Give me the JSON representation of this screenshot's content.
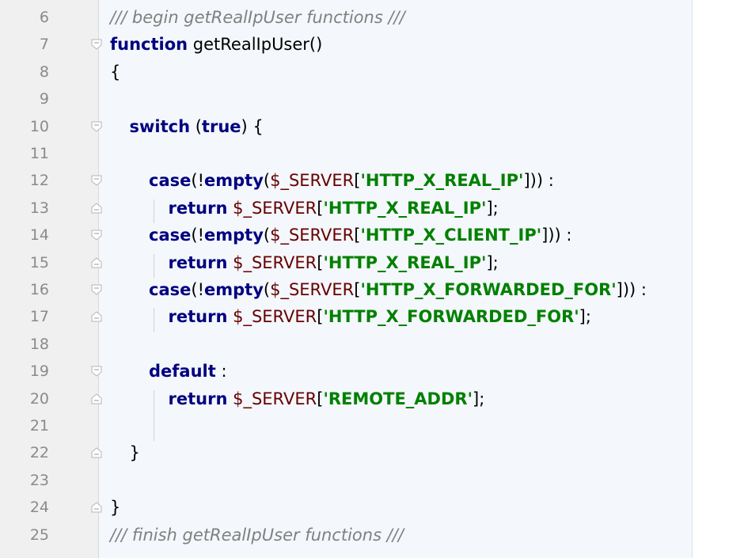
{
  "editor": {
    "lines": [
      {
        "n": "6",
        "indent": 0,
        "tokens": [
          {
            "t": "/// begin getRealIpUser functions ///",
            "c": "cm"
          }
        ]
      },
      {
        "n": "7",
        "indent": 0,
        "fold": "open",
        "tokens": [
          {
            "t": "function",
            "c": "kw"
          },
          {
            "t": " getRealIpUser()",
            "c": "fn"
          }
        ]
      },
      {
        "n": "8",
        "indent": 0,
        "tokens": [
          {
            "t": "{",
            "c": "punc"
          }
        ]
      },
      {
        "n": "9",
        "indent": 0,
        "tokens": []
      },
      {
        "n": "10",
        "indent": 1,
        "fold": "open",
        "tokens": [
          {
            "t": "switch",
            "c": "kw"
          },
          {
            "t": " (",
            "c": "punc"
          },
          {
            "t": "true",
            "c": "kw"
          },
          {
            "t": ") {",
            "c": "punc"
          }
        ]
      },
      {
        "n": "11",
        "indent": 0,
        "tokens": []
      },
      {
        "n": "12",
        "indent": 2,
        "fold": "open",
        "tokens": [
          {
            "t": "case",
            "c": "kw"
          },
          {
            "t": "(!",
            "c": "punc"
          },
          {
            "t": "empty",
            "c": "kw"
          },
          {
            "t": "(",
            "c": "punc"
          },
          {
            "t": "$_SERVER",
            "c": "var"
          },
          {
            "t": "[",
            "c": "punc"
          },
          {
            "t": "'HTTP_X_REAL_IP'",
            "c": "str"
          },
          {
            "t": "])) :",
            "c": "punc"
          }
        ]
      },
      {
        "n": "13",
        "indent": 3,
        "fold": "close",
        "tokens": [
          {
            "t": "return",
            "c": "kw"
          },
          {
            "t": " ",
            "c": "punc"
          },
          {
            "t": "$_SERVER",
            "c": "var"
          },
          {
            "t": "[",
            "c": "punc"
          },
          {
            "t": "'HTTP_X_REAL_IP'",
            "c": "str"
          },
          {
            "t": "];",
            "c": "punc"
          }
        ]
      },
      {
        "n": "14",
        "indent": 2,
        "fold": "open",
        "tokens": [
          {
            "t": "case",
            "c": "kw"
          },
          {
            "t": "(!",
            "c": "punc"
          },
          {
            "t": "empty",
            "c": "kw"
          },
          {
            "t": "(",
            "c": "punc"
          },
          {
            "t": "$_SERVER",
            "c": "var"
          },
          {
            "t": "[",
            "c": "punc"
          },
          {
            "t": "'HTTP_X_CLIENT_IP'",
            "c": "str"
          },
          {
            "t": "])) :",
            "c": "punc"
          }
        ]
      },
      {
        "n": "15",
        "indent": 3,
        "fold": "close",
        "tokens": [
          {
            "t": "return",
            "c": "kw"
          },
          {
            "t": " ",
            "c": "punc"
          },
          {
            "t": "$_SERVER",
            "c": "var"
          },
          {
            "t": "[",
            "c": "punc"
          },
          {
            "t": "'HTTP_X_REAL_IP'",
            "c": "str"
          },
          {
            "t": "];",
            "c": "punc"
          }
        ]
      },
      {
        "n": "16",
        "indent": 2,
        "fold": "open",
        "tokens": [
          {
            "t": "case",
            "c": "kw"
          },
          {
            "t": "(!",
            "c": "punc"
          },
          {
            "t": "empty",
            "c": "kw"
          },
          {
            "t": "(",
            "c": "punc"
          },
          {
            "t": "$_SERVER",
            "c": "var"
          },
          {
            "t": "[",
            "c": "punc"
          },
          {
            "t": "'HTTP_X_FORWARDED_FOR'",
            "c": "str"
          },
          {
            "t": "])) :",
            "c": "punc"
          }
        ]
      },
      {
        "n": "17",
        "indent": 3,
        "fold": "close",
        "tokens": [
          {
            "t": "return",
            "c": "kw"
          },
          {
            "t": " ",
            "c": "punc"
          },
          {
            "t": "$_SERVER",
            "c": "var"
          },
          {
            "t": "[",
            "c": "punc"
          },
          {
            "t": "'HTTP_X_FORWARDED_FOR'",
            "c": "str"
          },
          {
            "t": "];",
            "c": "punc"
          }
        ]
      },
      {
        "n": "18",
        "indent": 0,
        "tokens": []
      },
      {
        "n": "19",
        "indent": 2,
        "fold": "open",
        "tokens": [
          {
            "t": "default",
            "c": "kw"
          },
          {
            "t": " :",
            "c": "punc"
          }
        ]
      },
      {
        "n": "20",
        "indent": 3,
        "fold": "close",
        "tokens": [
          {
            "t": "return",
            "c": "kw"
          },
          {
            "t": " ",
            "c": "punc"
          },
          {
            "t": "$_SERVER",
            "c": "var"
          },
          {
            "t": "[",
            "c": "punc"
          },
          {
            "t": "'REMOTE_ADDR'",
            "c": "str"
          },
          {
            "t": "];",
            "c": "punc"
          }
        ]
      },
      {
        "n": "21",
        "indent": 0,
        "tokens": []
      },
      {
        "n": "22",
        "indent": 1,
        "fold": "close",
        "tokens": [
          {
            "t": "}",
            "c": "punc"
          }
        ]
      },
      {
        "n": "23",
        "indent": 0,
        "tokens": []
      },
      {
        "n": "24",
        "indent": 0,
        "fold": "close",
        "tokens": [
          {
            "t": "}",
            "c": "punc"
          }
        ]
      },
      {
        "n": "25",
        "indent": 0,
        "tokens": [
          {
            "t": "/// finish getRealIpUser functions ///",
            "c": "cm"
          }
        ]
      }
    ]
  }
}
